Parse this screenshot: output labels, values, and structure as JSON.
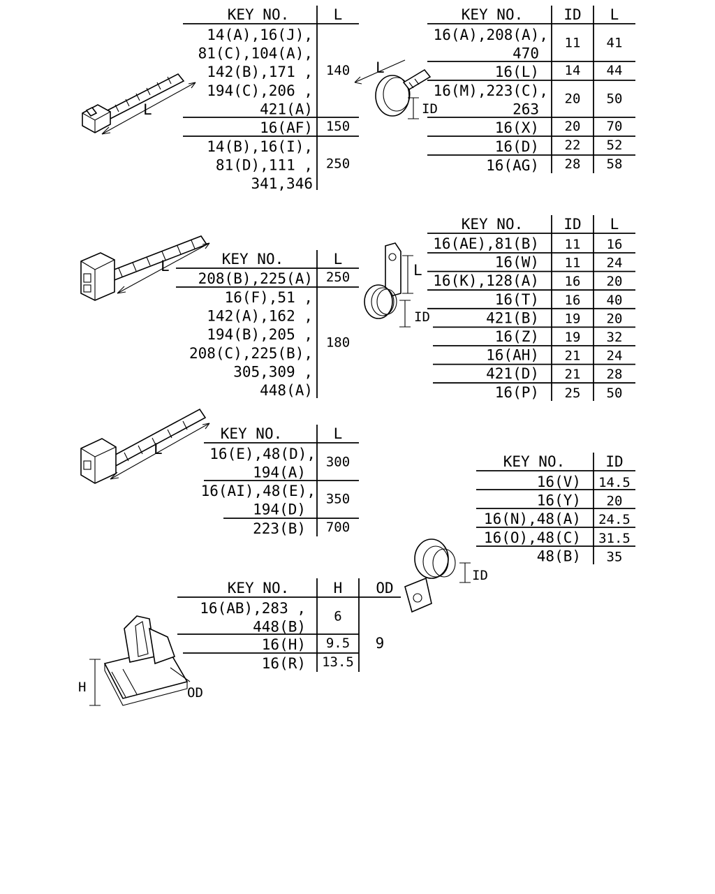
{
  "header_key": "KEY NO.",
  "header_l": "L",
  "header_id": "ID",
  "header_h": "H",
  "header_od": "OD",
  "dim_labels": {
    "l": "L",
    "id": "ID",
    "h": "H",
    "od": "OD"
  },
  "table1": {
    "groups": [
      {
        "keys": [
          "14(A),16(J),",
          "81(C),104(A),",
          "142(B),171 ,",
          "194(C),206 ,",
          "421(A)"
        ],
        "l": "140"
      },
      {
        "keys": [
          "16(AF)"
        ],
        "l": "150"
      },
      {
        "keys": [
          "14(B),16(I),",
          "81(D),111 ,",
          "341,346"
        ],
        "l": "250"
      }
    ]
  },
  "table2": {
    "rows": [
      {
        "keys": [
          "16(A),208(A),",
          "470"
        ],
        "id": "11",
        "l": "41"
      },
      {
        "keys": [
          "16(L)"
        ],
        "id": "14",
        "l": "44"
      },
      {
        "keys": [
          "16(M),223(C),",
          "263"
        ],
        "id": "20",
        "l": "50"
      },
      {
        "keys": [
          "16(X)"
        ],
        "id": "20",
        "l": "70"
      },
      {
        "keys": [
          "16(D)"
        ],
        "id": "22",
        "l": "52"
      },
      {
        "keys": [
          "16(AG)"
        ],
        "id": "28",
        "l": "58"
      }
    ]
  },
  "table3": {
    "groups": [
      {
        "keys": [
          "208(B),225(A)"
        ],
        "l": "250"
      },
      {
        "keys": [
          "16(F),51 ,",
          "142(A),162 ,",
          "194(B),205 ,",
          "208(C),225(B),",
          "305,309 ,",
          "448(A)"
        ],
        "l": "180"
      }
    ]
  },
  "table4": {
    "rows": [
      {
        "key": "16(AE),81(B)",
        "id": "11",
        "l": "16"
      },
      {
        "key": "16(W)",
        "id": "11",
        "l": "24"
      },
      {
        "key": "16(K),128(A)",
        "id": "16",
        "l": "20"
      },
      {
        "key": "16(T)",
        "id": "16",
        "l": "40"
      },
      {
        "key": "421(B)",
        "id": "19",
        "l": "20"
      },
      {
        "key": "16(Z)",
        "id": "19",
        "l": "32"
      },
      {
        "key": "16(AH)",
        "id": "21",
        "l": "24"
      },
      {
        "key": "421(D)",
        "id": "21",
        "l": "28"
      },
      {
        "key": "16(P)",
        "id": "25",
        "l": "50"
      }
    ]
  },
  "table5": {
    "groups": [
      {
        "keys": [
          "16(E),48(D),",
          "194(A)"
        ],
        "l": "300"
      },
      {
        "keys": [
          "16(AI),48(E),",
          "194(D)"
        ],
        "l": "350"
      },
      {
        "keys": [
          "223(B)"
        ],
        "l": "700"
      }
    ]
  },
  "table6": {
    "rows": [
      {
        "key": "16(V)",
        "id": "14.5"
      },
      {
        "key": "16(Y)",
        "id": "20"
      },
      {
        "key": "16(N),48(A)",
        "id": "24.5"
      },
      {
        "key": "16(O),48(C)",
        "id": "31.5"
      },
      {
        "key": "48(B)",
        "id": "35"
      }
    ]
  },
  "table7": {
    "rows": [
      {
        "keys": [
          "16(AB),283 ,",
          "448(B)"
        ],
        "h": "6"
      },
      {
        "keys": [
          "16(H)"
        ],
        "h": "9.5"
      },
      {
        "keys": [
          "16(R)"
        ],
        "h": "13.5"
      }
    ],
    "od": "9"
  }
}
